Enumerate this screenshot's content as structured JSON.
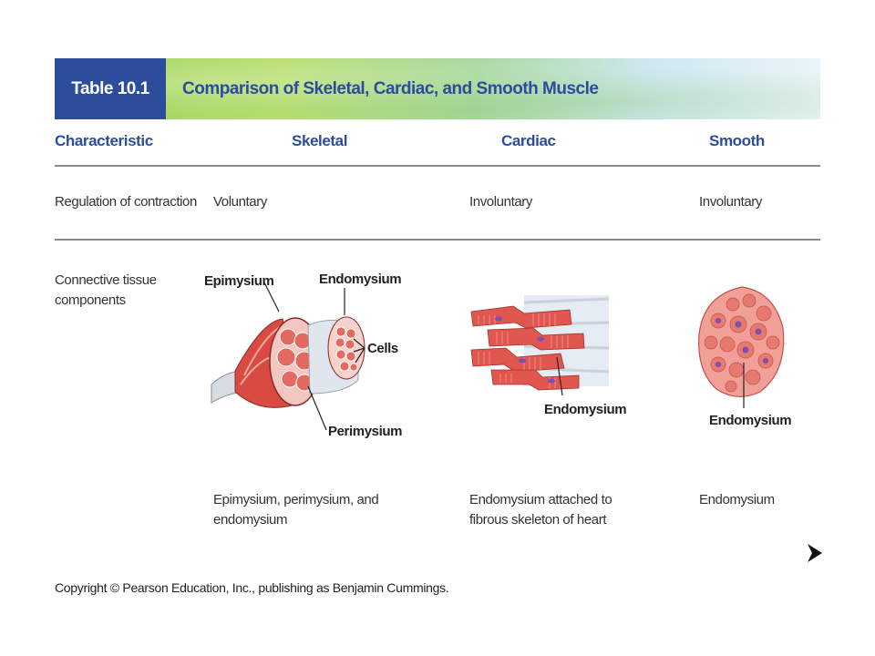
{
  "banner": {
    "label": "Table 10.1",
    "title": "Comparison of Skeletal, Cardiac, and Smooth Muscle"
  },
  "table": {
    "headers": [
      "Characteristic",
      "Skeletal",
      "Cardiac",
      "Smooth"
    ],
    "rows": [
      {
        "characteristic": "Regulation of contraction",
        "skeletal": "Voluntary",
        "cardiac": "Involuntary",
        "smooth": "Involuntary"
      },
      {
        "characteristic_line1": "Connective tissue",
        "characteristic_line2": "components",
        "skeletal_line1": "Epimysium, perimysium, and",
        "skeletal_line2": "endomysium",
        "cardiac_line1": "Endomysium attached to",
        "cardiac_line2": "fibrous skeleton of heart",
        "smooth": "Endomysium"
      }
    ]
  },
  "figures": {
    "skeletal": {
      "epimysium": "Epimysium",
      "endomysium": "Endomysium",
      "cells": "Cells",
      "perimysium": "Perimysium"
    },
    "cardiac": {
      "endomysium": "Endomysium"
    },
    "smooth": {
      "endomysium": "Endomysium"
    }
  },
  "footer": {
    "copyright": "Copyright © Pearson Education, Inc., publishing as Benjamin Cummings."
  },
  "colors": {
    "accent": "#2b4d9c",
    "muscle": "#e0574f",
    "fiber": "#f08a80"
  },
  "icons": {
    "next": "next-arrow-icon"
  }
}
